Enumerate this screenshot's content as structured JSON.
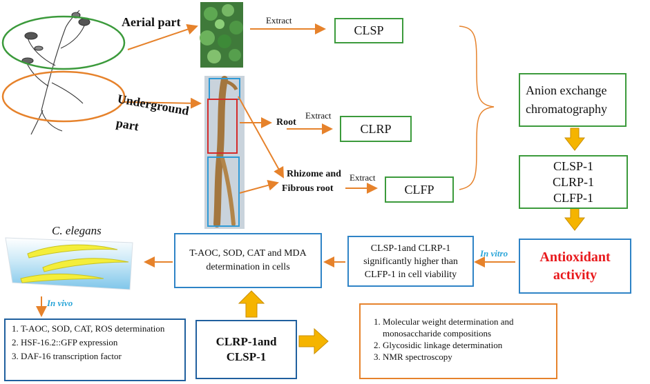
{
  "plant": {
    "aerial_label": "Aerial part",
    "underground_label_1": "Underground",
    "underground_label_2": "part"
  },
  "parts": {
    "root_label": "Root",
    "rhizome_label_1": "Rhizome and",
    "rhizome_label_2": "Fibrous root"
  },
  "extract_label": "Extract",
  "fractions": {
    "clsp": "CLSP",
    "clrp": "CLRP",
    "clfp": "CLFP"
  },
  "anion": {
    "line1": "Anion exchange",
    "line2": "chromatography"
  },
  "purified": [
    "CLSP-1",
    "CLRP-1",
    "CLFP-1"
  ],
  "antioxidant": {
    "line1": "Antioxidant",
    "line2": "activity",
    "color": "#e8191c"
  },
  "in_vitro_label": "In vitro",
  "in_vivo_label": "In vivo",
  "cell_viability": {
    "line1": "CLSP-1and CLRP-1",
    "line2": "significantly higher than",
    "line3": "CLFP-1 in cell viability"
  },
  "cells": {
    "line1": "T-AOC, SOD, CAT and MDA",
    "line2": "determination in cells"
  },
  "c_elegans_label": "C. elegans",
  "in_vivo_list": [
    "T-AOC, SOD, CAT, ROS determination",
    "HSF-16.2::GFP expression",
    "DAF-16 transcription factor"
  ],
  "selected": {
    "line1": "CLRP-1and",
    "line2": "CLSP-1"
  },
  "structure_list": [
    "Molecular weight determination and monosaccharide compositions",
    "Glycosidic linkage determination",
    "NMR spectroscopy"
  ],
  "colors": {
    "green": "#3b9a3b",
    "blue": "#2e83c6",
    "orange": "#e6822b",
    "gold_arrow": "#f5b400",
    "worm": "#f4ee3a",
    "water": "#a8d8f0"
  }
}
